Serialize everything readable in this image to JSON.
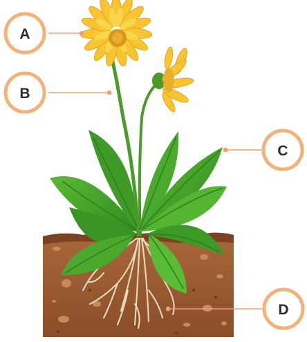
{
  "labels": [
    {
      "id": "A",
      "text": "A",
      "part": "flower"
    },
    {
      "id": "B",
      "text": "B",
      "part": "stem"
    },
    {
      "id": "C",
      "text": "C",
      "part": "leaf"
    },
    {
      "id": "D",
      "text": "D",
      "part": "roots"
    }
  ],
  "colors": {
    "badge_ring": "#f3b27a",
    "leader_line": "#f0a070",
    "petal": "#f7c531",
    "petal_dark": "#eaa21d",
    "flower_center": "#d9961c",
    "leaf": "#45a52a",
    "leaf_dark": "#2e7d1d",
    "stem": "#4b9a2a",
    "soil": "#9a5d33",
    "soil_dark": "#7b4322",
    "root": "#eadfc2"
  }
}
